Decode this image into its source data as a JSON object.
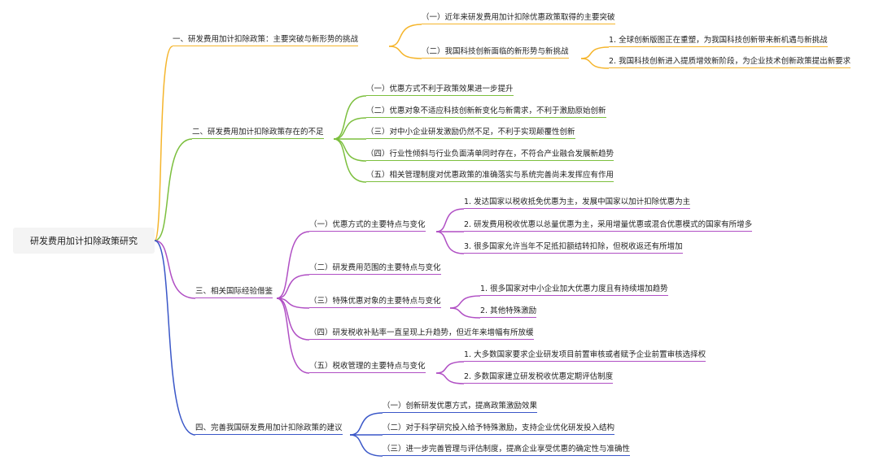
{
  "root": "研发费用加计扣除政策研究",
  "colors": {
    "yellow": "#f5b52c",
    "green": "#7cbf3e",
    "magenta": "#b04fc4",
    "blue": "#3a57c8"
  },
  "branches": [
    {
      "label": "一、研发费用加计扣除政策：主要突破与新形势的挑战",
      "color": "yellow",
      "children": [
        {
          "label": "（一）近年来研发费用加计扣除优惠政策取得的主要突破",
          "children": []
        },
        {
          "label": "（二）我国科技创新面临的新形势与新挑战",
          "children": [
            {
              "label": "1. 全球创新版图正在重塑，为我国科技创新带来新机遇与新挑战"
            },
            {
              "label": "2. 我国科技创新进入提质增效新阶段，为企业技术创新政策提出新要求"
            }
          ]
        }
      ]
    },
    {
      "label": "二、研发费用加计扣除政策存在的不足",
      "color": "green",
      "children": [
        {
          "label": "（一）优惠方式不利于政策效果进一步提升",
          "children": []
        },
        {
          "label": "（二）优惠对象不适应科技创新新变化与新需求，不利于激励原始创新",
          "children": []
        },
        {
          "label": "（三）对中小企业研发激励仍然不足，不利于实现颠覆性创新",
          "children": []
        },
        {
          "label": "（四）行业性倾斜与行业负面清单同时存在，不符合产业融合发展新趋势",
          "children": []
        },
        {
          "label": "（五）相关管理制度对优惠政策的准确落实与系统完善尚未发挥应有作用",
          "children": []
        }
      ]
    },
    {
      "label": "三、相关国际经验借鉴",
      "color": "magenta",
      "children": [
        {
          "label": "（一）优惠方式的主要特点与变化",
          "children": [
            {
              "label": "1. 发达国家以税收抵免优惠为主，发展中国家以加计扣除优惠为主"
            },
            {
              "label": "2. 研发费用税收优惠以总量优惠为主，采用增量优惠或混合优惠模式的国家有所增多"
            },
            {
              "label": "3. 很多国家允许当年不足抵扣额结转扣除，但税收返还有所增加"
            }
          ]
        },
        {
          "label": "（二）研发费用范围的主要特点与变化",
          "children": []
        },
        {
          "label": "（三）特殊优惠对象的主要特点与变化",
          "children": [
            {
              "label": "1. 很多国家对中小企业加大优惠力度且有持续增加趋势"
            },
            {
              "label": "2. 其他特殊激励"
            }
          ]
        },
        {
          "label": "（四）研发税收补贴率一直呈现上升趋势，但近年来增幅有所放缓",
          "children": []
        },
        {
          "label": "（五）税收管理的主要特点与变化",
          "children": [
            {
              "label": "1. 大多数国家要求企业研发项目前置审核或者赋予企业前置审核选择权"
            },
            {
              "label": "2. 多数国家建立研发税收优惠定期评估制度"
            }
          ]
        }
      ]
    },
    {
      "label": "四、完善我国研发费用加计扣除政策的建议",
      "color": "blue",
      "children": [
        {
          "label": "（一）创新研发优惠方式，提高政策激励效果",
          "children": []
        },
        {
          "label": "（二）对于科学研究投入给予特殊激励，支持企业优化研发投入结构",
          "children": []
        },
        {
          "label": "（三）进一步完善管理与评估制度，提高企业享受优惠的确定性与准确性",
          "children": []
        }
      ]
    }
  ]
}
